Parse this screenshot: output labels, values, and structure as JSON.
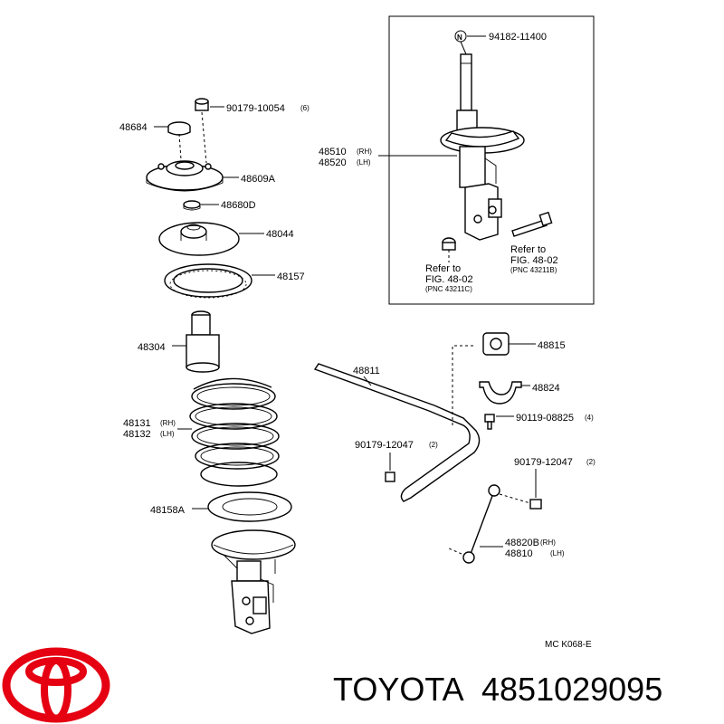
{
  "labels": {
    "nut_n": "N",
    "inset_top_part": "94182-11400",
    "nut_top": "90179-10054",
    "nut_top_qty": "(6)",
    "cap": "48684",
    "support": "48609A",
    "bearing": "48680D",
    "seat_upper": "48044",
    "insulator": "48157",
    "strut_rh": "48510",
    "strut_rh_suffix": "(RH)",
    "strut_lh": "48520",
    "strut_lh_suffix": "(LH)",
    "refer1_line1": "Refer to",
    "refer1_line2": "FIG. 48-02",
    "refer1_line3": "(PNC 43211C)",
    "refer2_line1": "Refer to",
    "refer2_line2": "FIG. 48-02",
    "refer2_line3": "(PNC 43211B)",
    "bump": "48304",
    "spring_rh": "48131",
    "spring_rh_suffix": "(RH)",
    "spring_lh": "48132",
    "spring_lh_suffix": "(LH)",
    "lower_insulator": "48158A",
    "stabilizer": "48811",
    "bushing": "48815",
    "bracket": "48824",
    "bolt": "90119-08825",
    "bolt_qty": "(4)",
    "nut_left": "90179-12047",
    "nut_left_qty": "(2)",
    "nut_right": "90179-12047",
    "nut_right_qty": "(2)",
    "link_rh": "48820B",
    "link_rh_suffix": "(RH)",
    "link_lh": "48810",
    "link_lh_suffix": "(LH)",
    "drawing_code": "MC K068-E"
  },
  "brand": {
    "name": "TOYOTA",
    "part_number": "4851029095",
    "logo_color": "#e50012"
  }
}
